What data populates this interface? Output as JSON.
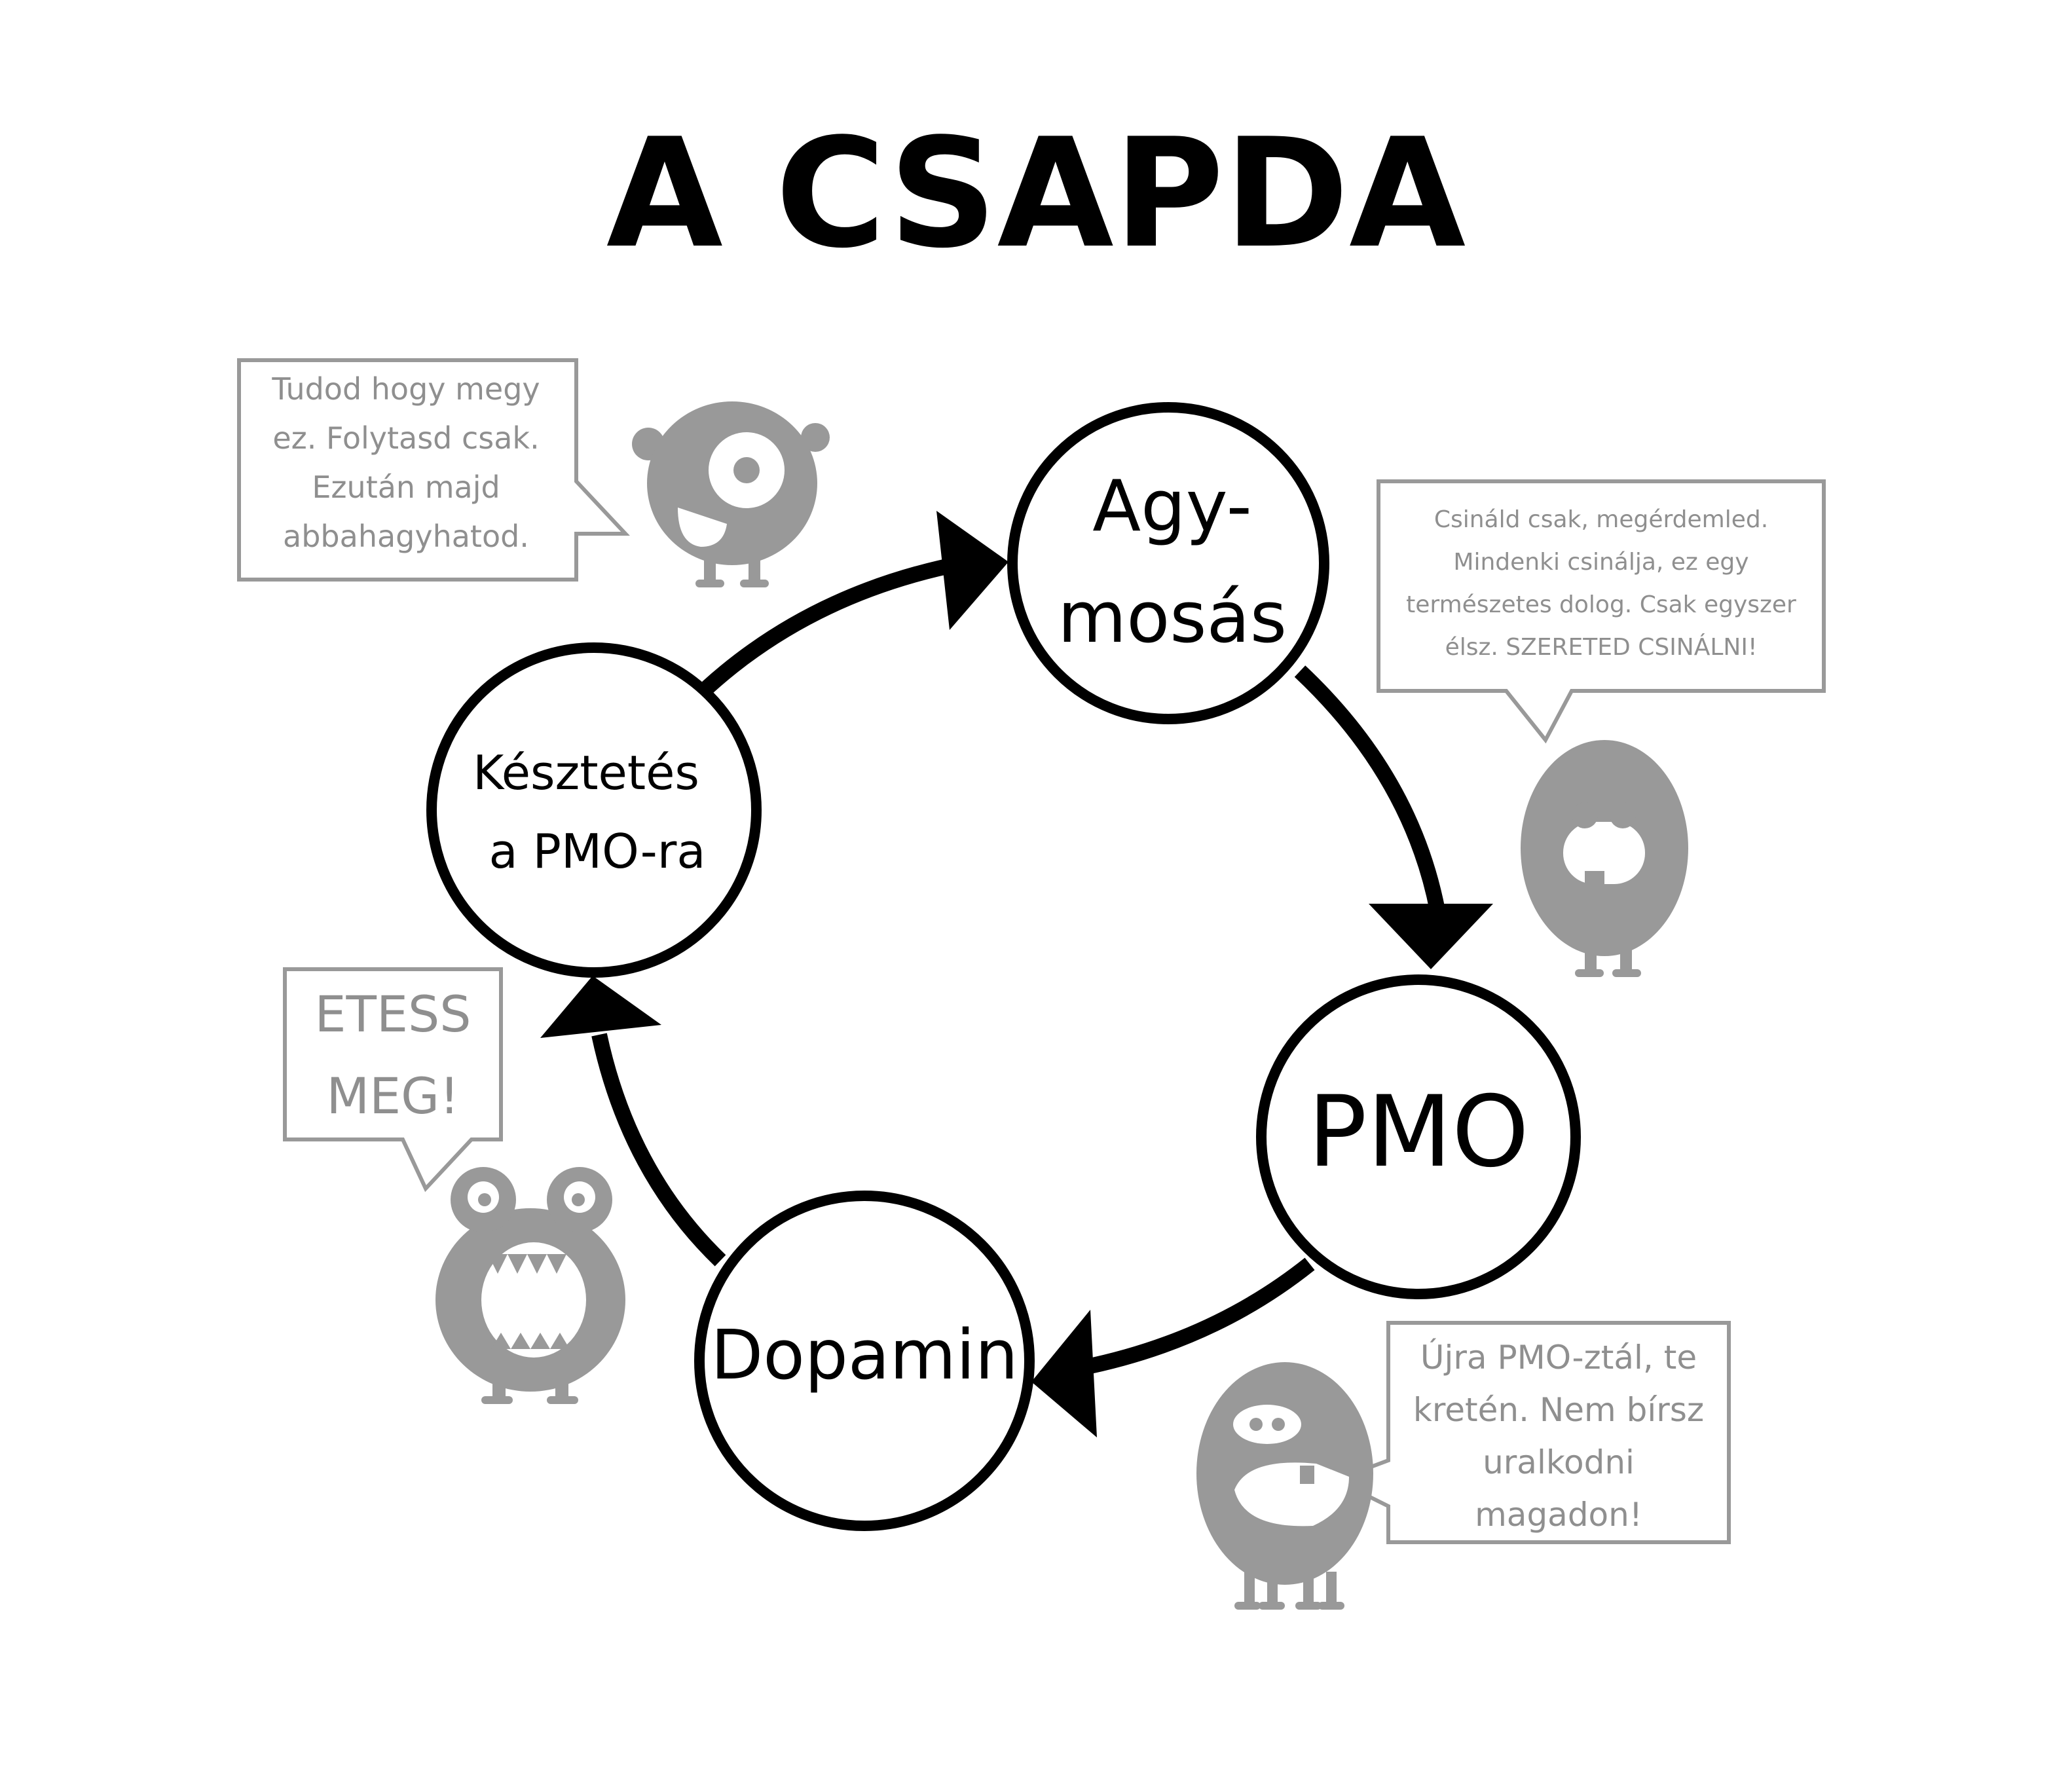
{
  "title": "A CSAPDA",
  "nodes": {
    "brainwash": {
      "line1": "Agy-",
      "line2": "mosás"
    },
    "pmo": {
      "label": "PMO"
    },
    "dopamine": {
      "label": "Dopamin"
    },
    "urge": {
      "line1": "Késztetés",
      "line2": "a PMO-ra"
    }
  },
  "bubbles": {
    "top_left": [
      "Tudod hogy megy",
      "ez.  Folytasd csak.",
      "Ezután majd",
      "abbahagyhatod."
    ],
    "top_right": [
      "Csináld csak, megérdemled.",
      "Mindenki csinálja, ez egy",
      "természetes dolog. Csak egyszer",
      "élsz. SZERETED CSINÁLNI!"
    ],
    "left": [
      "ETESS",
      "MEG!"
    ],
    "bottom_right": [
      "Újra PMO-ztál, te",
      "kretén. Nem bírsz",
      "uralkodni",
      "magadon!"
    ]
  },
  "colors": {
    "ink": "#000000",
    "monster_gray": "#999999",
    "bubble_text": "#8f8f8f",
    "background": "#ffffff"
  }
}
